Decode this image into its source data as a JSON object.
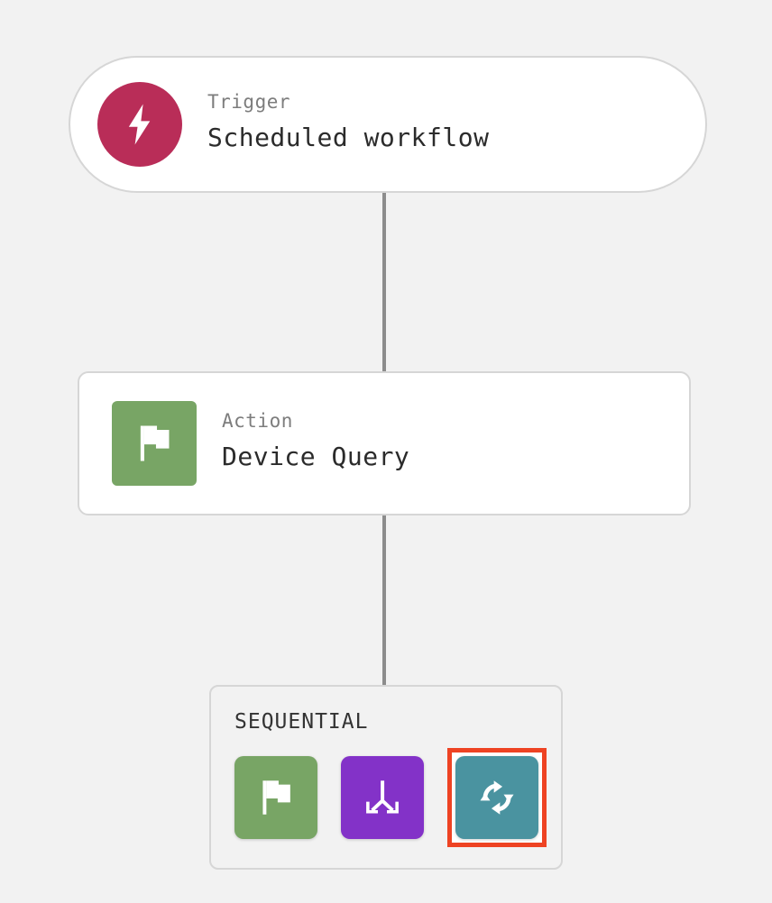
{
  "canvas": {
    "background_color": "#f2f2f2"
  },
  "nodes": [
    {
      "kicker": "Trigger",
      "title": "Scheduled workflow",
      "icon": "lightning-bolt-icon",
      "icon_color": "#b92d58",
      "icon_shape": "circle"
    },
    {
      "kicker": "Action",
      "title": "Device Query",
      "icon": "flag-icon",
      "icon_color": "#78a565",
      "icon_shape": "rounded-square"
    }
  ],
  "group": {
    "label": "SEQUENTIAL",
    "tiles": [
      {
        "icon": "flag-icon",
        "color": "#78a565",
        "selected": false
      },
      {
        "icon": "branch-split-arrows-icon",
        "color": "#8332c8",
        "selected": false
      },
      {
        "icon": "refresh-loop-icon",
        "color": "#4a93a0",
        "selected": true
      }
    ],
    "selection_color": "#ee4323"
  },
  "connector": {
    "color": "#8c8c8c"
  }
}
